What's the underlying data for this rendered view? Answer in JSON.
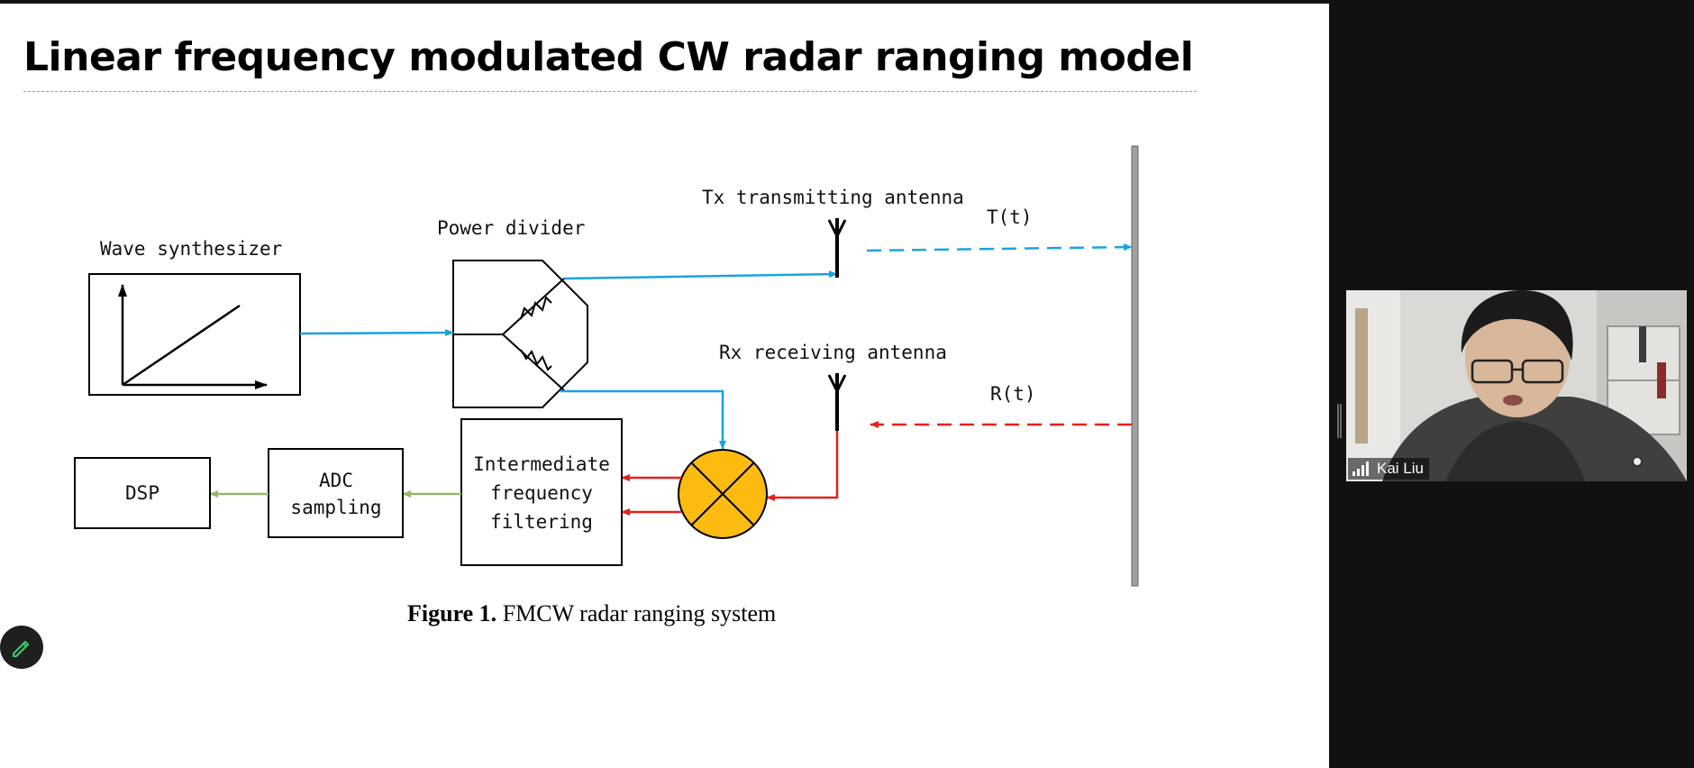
{
  "slide": {
    "title": "Linear frequency modulated CW radar ranging model",
    "caption_bold": "Figure 1.",
    "caption_text": " FMCW radar ranging system"
  },
  "diagram": {
    "wave_synthesizer": "Wave synthesizer",
    "power_divider": "Power divider",
    "tx_antenna": "Tx transmitting antenna",
    "rx_antenna": "Rx receiving antenna",
    "transmit_signal": "T(t)",
    "receive_signal": "R(t)",
    "dsp": "DSP",
    "adc_line1": "ADC",
    "adc_line2": "sampling",
    "if_line1": "Intermediate",
    "if_line2": "frequency",
    "if_line3": "filtering"
  },
  "colors": {
    "transmit_path": "#1aa3e0",
    "receive_path": "#e8201b",
    "baseband_path": "#9bb56a",
    "mixer_fill": "#fbbb10",
    "reflector": "#a0a0a0"
  },
  "participant": {
    "name": "Kai Liu"
  },
  "icons": {
    "edit": "pencil-icon",
    "signal": "signal-bars-icon",
    "mic": "mic-status-icon"
  }
}
